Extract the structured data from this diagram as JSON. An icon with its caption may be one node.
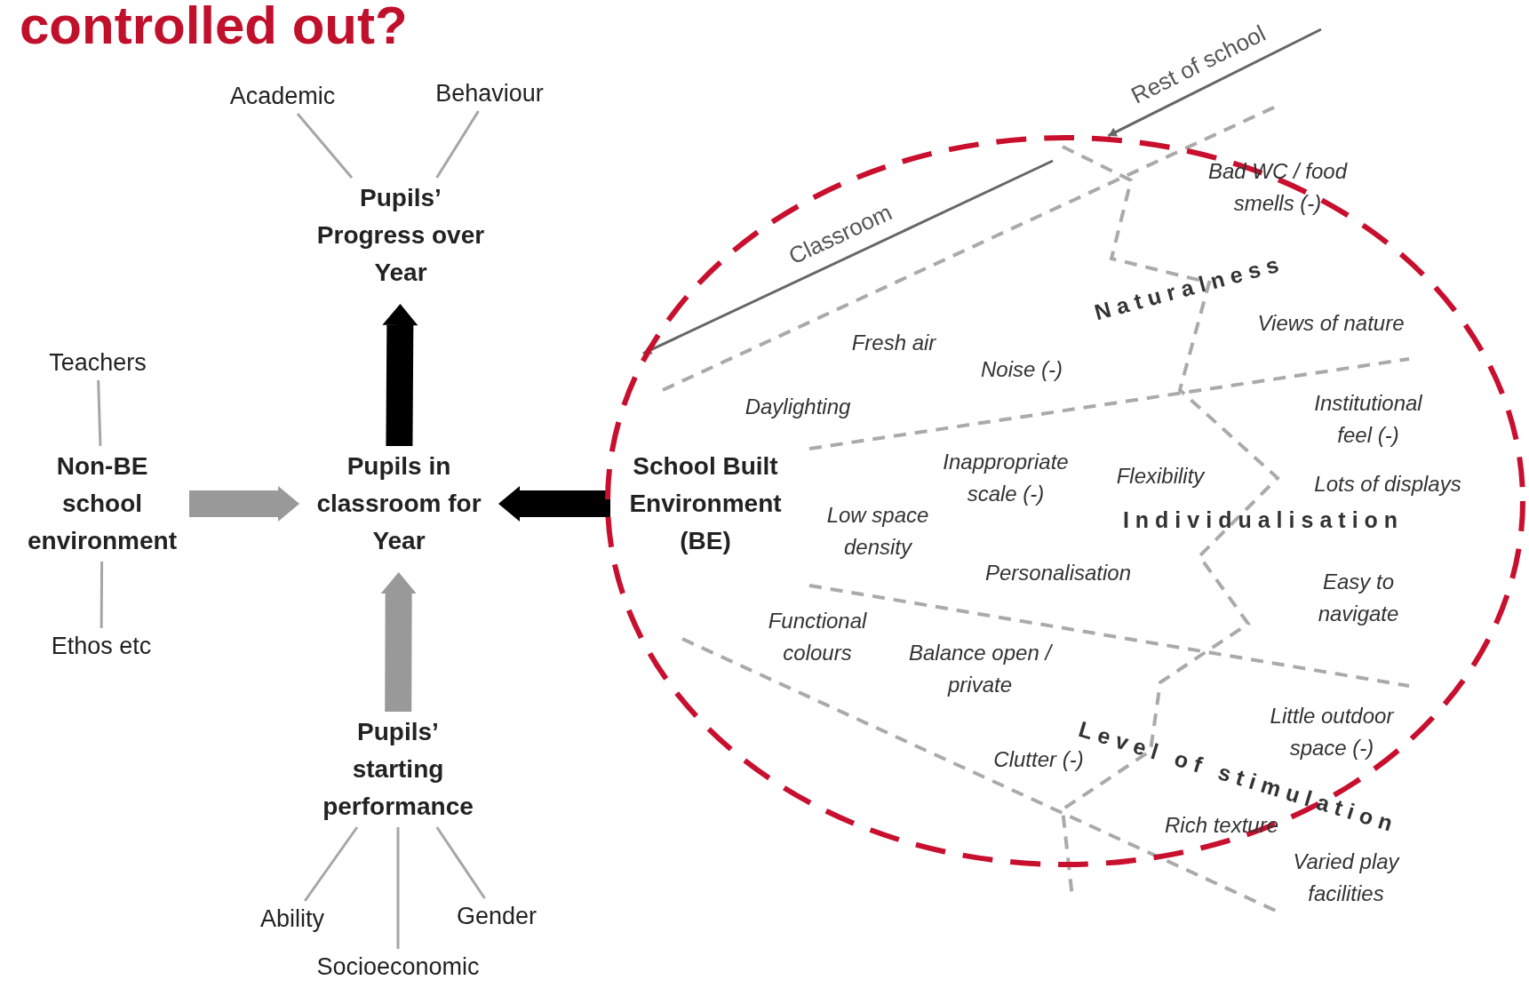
{
  "diagram": {
    "title": "controlled out?",
    "nodes": [
      {
        "text": [
          "Academic"
        ]
      },
      {
        "text": [
          "Behaviour"
        ]
      },
      {
        "text": [
          "Pupils’ Progress over Year"
        ]
      },
      {
        "text": [
          "Teachers"
        ]
      },
      {
        "text": [
          "Non-BE school environment"
        ]
      },
      {
        "text": [
          "Pupils in classroom for Year"
        ]
      },
      {
        "text": [],
        "shape": "ellipse"
      },
      {
        "text": [
          "School Built Environment (BE)"
        ],
        "in": 6
      },
      {
        "text": [
          "Ethos etc"
        ]
      },
      {
        "text": [
          "Pupils’ starting performance"
        ]
      },
      {
        "text": [
          "Ability"
        ]
      },
      {
        "text": [
          "Gender"
        ]
      },
      {
        "text": [
          "Socioeconomic"
        ]
      }
    ],
    "edges": [
      {
        "from": 0,
        "to": 2,
        "arrow": "none"
      },
      {
        "from": 1,
        "to": 2,
        "arrow": "none"
      },
      {
        "from": 5,
        "to": 2,
        "arrow": "to",
        "style": "thick",
        "color": "#000000"
      },
      {
        "from": 3,
        "to": 4,
        "arrow": "none"
      },
      {
        "from": 4,
        "to": 8,
        "arrow": "none"
      },
      {
        "from": 4,
        "to": 5,
        "arrow": "to",
        "style": "thick",
        "color": "#999999"
      },
      {
        "from": 7,
        "to": 5,
        "arrow": "to",
        "style": "thick",
        "color": "#000000"
      },
      {
        "from": 9,
        "to": 5,
        "arrow": "to",
        "style": "thick",
        "color": "#999999"
      },
      {
        "from": 10,
        "to": 9,
        "arrow": "none"
      },
      {
        "from": 12,
        "to": 9,
        "arrow": "none"
      },
      {
        "from": 11,
        "to": 9,
        "arrow": "none"
      },
      {
        "from": null,
        "to": 6,
        "arrow": "to",
        "label": "Rest of school",
        "color": "#666666"
      },
      {
        "from": null,
        "to": 6,
        "arrow": "to",
        "label": "Classroom",
        "color": "#666666"
      }
    ],
    "labels": [
      "Bad WC / food smells (-)",
      "Naturalness",
      "Views of nature",
      "Fresh air",
      "Noise (-)",
      "Daylighting",
      "Institutional feel (-)",
      "Inappropriate scale (-)",
      "Flexibility",
      "Lots of displays",
      "Individualisation",
      "Low space density",
      "Personalisation",
      "Easy to navigate",
      "Functional colours",
      "Balance open / private",
      "Little outdoor space (-)",
      "Level of stimulation",
      "Clutter (-)",
      "Rich texture",
      "Varied play facilities"
    ]
  }
}
